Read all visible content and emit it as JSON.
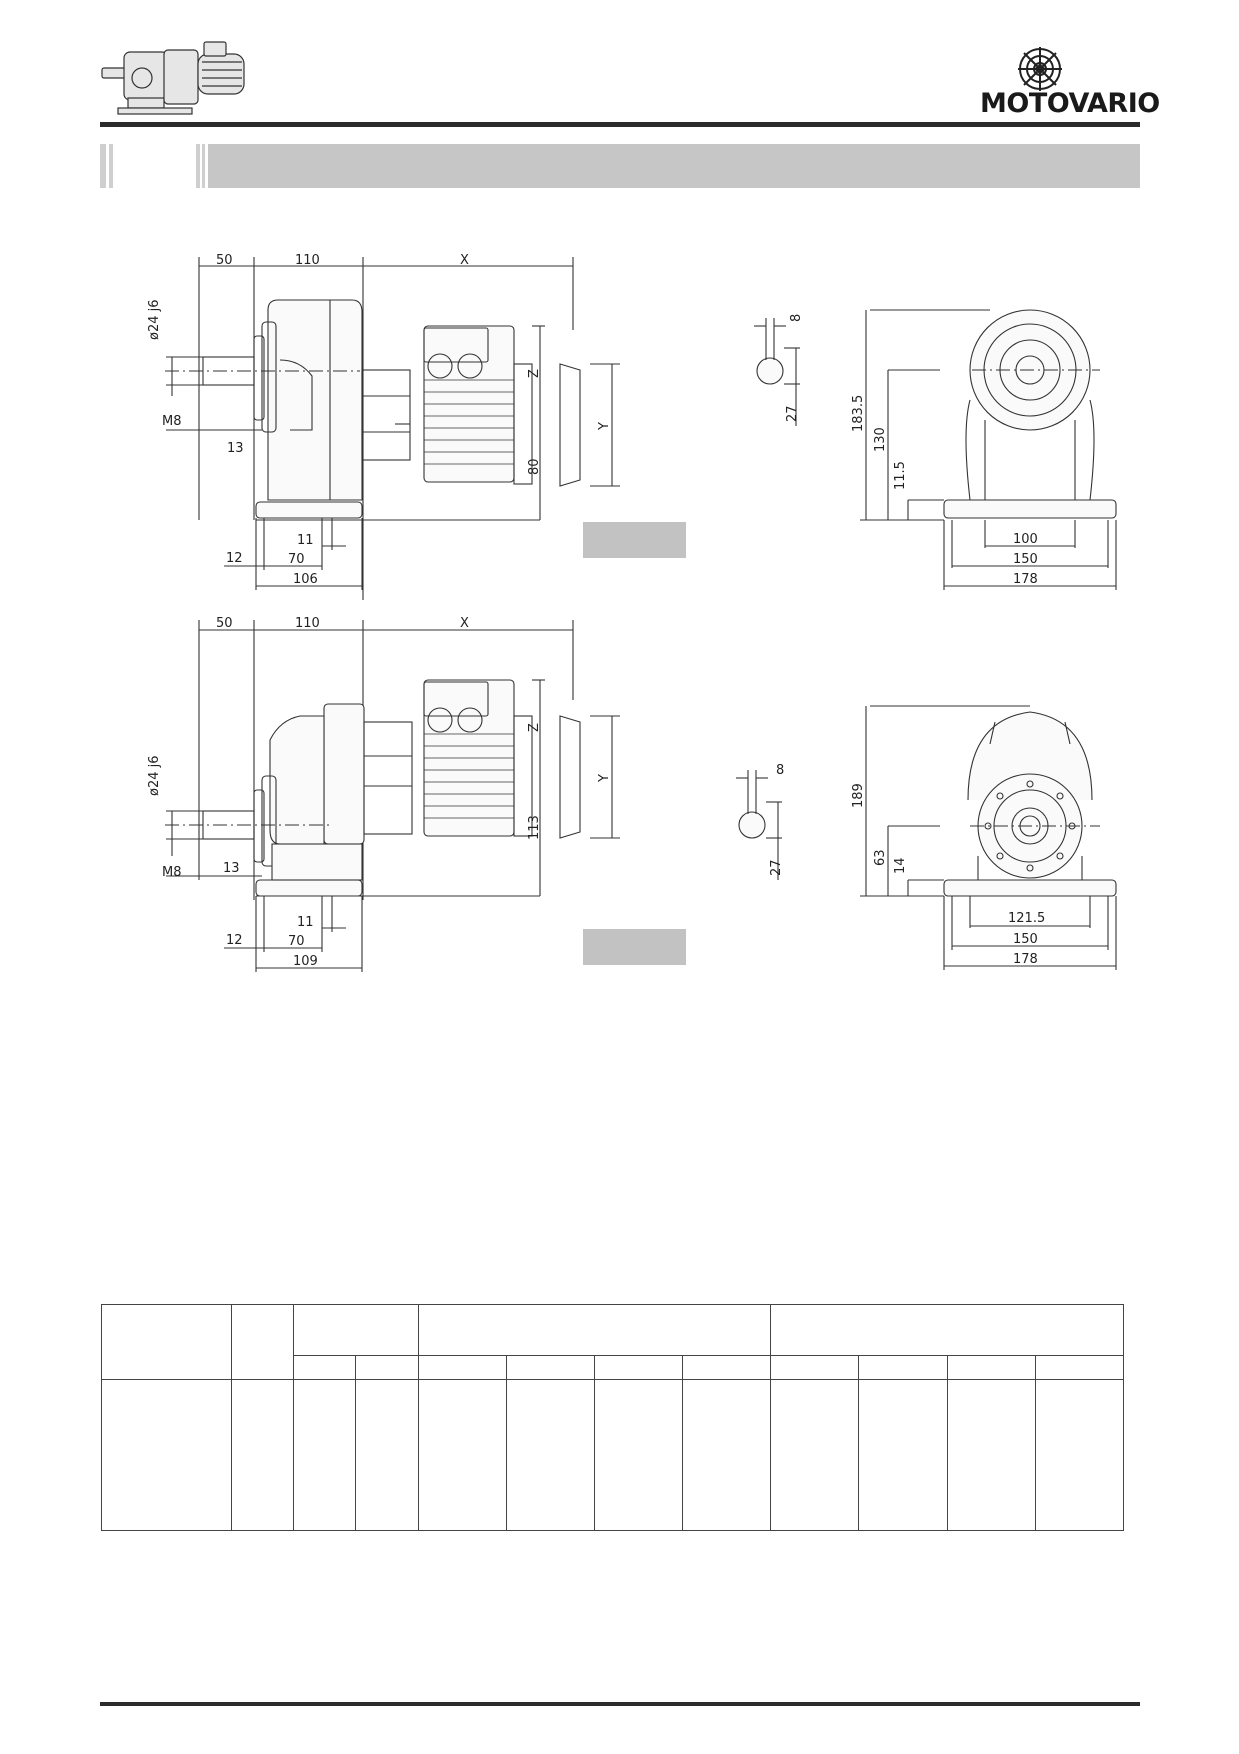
{
  "brand": {
    "name": "MOTOVARIO"
  },
  "colors": {
    "rule": "#2b2b2b",
    "band": "#c6c6c6",
    "line": "#222222"
  },
  "drawing1": {
    "top_dims": [
      "50",
      "110",
      "X"
    ],
    "shaft": [
      "ø24 j6",
      "M8",
      "13"
    ],
    "motor": [
      "Z",
      "Y",
      "80"
    ],
    "bottom_dims": [
      "11",
      "12",
      "70",
      "106"
    ],
    "shaft_end": [
      "8",
      "27"
    ],
    "end_view": [
      "183.5",
      "130",
      "11.5",
      "100",
      "150",
      "178"
    ]
  },
  "drawing2": {
    "top_dims": [
      "50",
      "110",
      "X"
    ],
    "shaft": [
      "ø24 j6",
      "M8",
      "13"
    ],
    "motor": [
      "Z",
      "Y",
      "113"
    ],
    "bottom_dims": [
      "11",
      "12",
      "70",
      "109"
    ],
    "shaft_end": [
      "8",
      "27"
    ],
    "end_view": [
      "189",
      "63",
      "14",
      "121.5",
      "150",
      "178"
    ]
  }
}
